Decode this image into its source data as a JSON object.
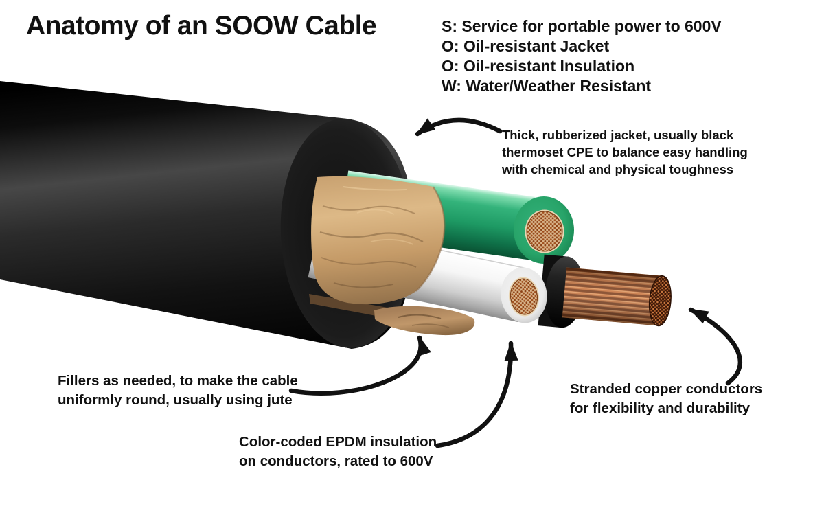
{
  "title": "Anatomy of an SOOW Cable",
  "legend": {
    "lines": [
      "S: Service for portable power to 600V",
      "O: Oil-resistant Jacket",
      "O: Oil-resistant Insulation",
      "W: Water/Weather Resistant"
    ]
  },
  "annotations": {
    "jacket": {
      "lines": [
        "Thick, rubberized jacket, usually black",
        "thermoset CPE to balance easy handling",
        "with chemical and physical toughness"
      ]
    },
    "fillers": {
      "lines": [
        "Fillers as needed, to make the cable",
        "uniformly round, usually using jute"
      ]
    },
    "insulation": {
      "lines": [
        "Color-coded EPDM insulation",
        "on conductors, rated to 600V"
      ]
    },
    "copper": {
      "lines": [
        "Stranded copper conductors",
        "for flexibility and durability"
      ]
    }
  },
  "diagram": {
    "parts": [
      "outer-jacket",
      "jute-filler",
      "green-conductor",
      "white-conductor",
      "black-conductor",
      "copper-strands"
    ],
    "colors": {
      "background": "#ffffff",
      "text": "#111111",
      "arrow_black": "#111111",
      "jacket_black": "#161616",
      "jute_tan": "#c9a06e",
      "insulation_green": "#21a467",
      "insulation_white": "#f0f0f0",
      "insulation_black": "#1a1a1a",
      "copper": "#b65f2c"
    }
  }
}
